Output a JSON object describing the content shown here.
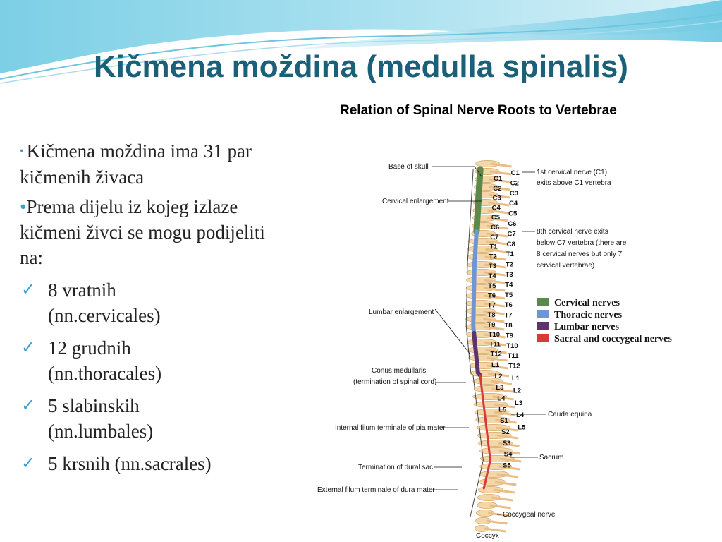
{
  "slide": {
    "title": "Kičmena moždina (medulla spinalis)",
    "bullets": [
      "Kičmena moždina ima 31 par kičmenih živaca",
      "Prema dijelu iz kojeg izlaze kičmeni živci se mogu podijeliti na:"
    ],
    "checks": [
      {
        "l1": "8 vratnih",
        "l2": "(nn.cervicales)"
      },
      {
        "l1": "12 grudnih",
        "l2": "(nn.thoracales)"
      },
      {
        "l1": "5 slabinskih",
        "l2": "(nn.lumbales)"
      },
      {
        "l1": "5 krsnih (nn.sacrales)",
        "l2": ""
      }
    ]
  },
  "figure": {
    "title": "Relation of Spinal Nerve Roots to Vertebrae",
    "labels": {
      "base_skull": "Base of skull",
      "cervical_enl": "Cervical enlargement",
      "lumbar_enl": "Lumbar enlargement",
      "conus1": "Conus medullaris",
      "conus2": "(termination of spinal cord)",
      "filum_int": "Internal filum terminale of pia mater",
      "dural_sac": "Termination of dural sac",
      "filum_ext": "External filum terminale of dura mater",
      "coccyx": "Coccyx",
      "c1_note1": "1st cervical nerve (C1)",
      "c1_note2": "exits above C1 vertebra",
      "c8_note1": "8th cervical nerve exits",
      "c8_note2": "below C7 vertebra (there are",
      "c8_note3": "8 cervical nerves but only 7",
      "c8_note4": "cervical vertebrae)",
      "cauda": "Cauda equina",
      "sacrum": "Sacrum",
      "coccygeal": "Coccygeal nerve"
    },
    "legend": [
      {
        "label": "Cervical nerves",
        "color": "#5a8a4a"
      },
      {
        "label": "Thoracic nerves",
        "color": "#6f95d2"
      },
      {
        "label": "Lumbar nerves",
        "color": "#5c3470"
      },
      {
        "label": "Sacral and coccygeal nerves",
        "color": "#d83a3a"
      }
    ],
    "left_labels": [
      "C1",
      "C2",
      "C3",
      "C4",
      "C5",
      "C6",
      "C7",
      "T1",
      "T2",
      "T3",
      "T4",
      "T5",
      "T6",
      "T7",
      "T8",
      "T9",
      "T10",
      "T11",
      "T12",
      "L1",
      "L2",
      "L3",
      "L4",
      "L5",
      "S1",
      "S2",
      "S3",
      "S4",
      "S5"
    ],
    "right_labels": [
      "C1",
      "C2",
      "C3",
      "C4",
      "C5",
      "C6",
      "C7",
      "C8",
      "T1",
      "T2",
      "T3",
      "T4",
      "T5",
      "T6",
      "T7",
      "T8",
      "T9",
      "T10",
      "T11",
      "T12",
      "L1",
      "L2",
      "L3",
      "L4",
      "L5"
    ]
  }
}
